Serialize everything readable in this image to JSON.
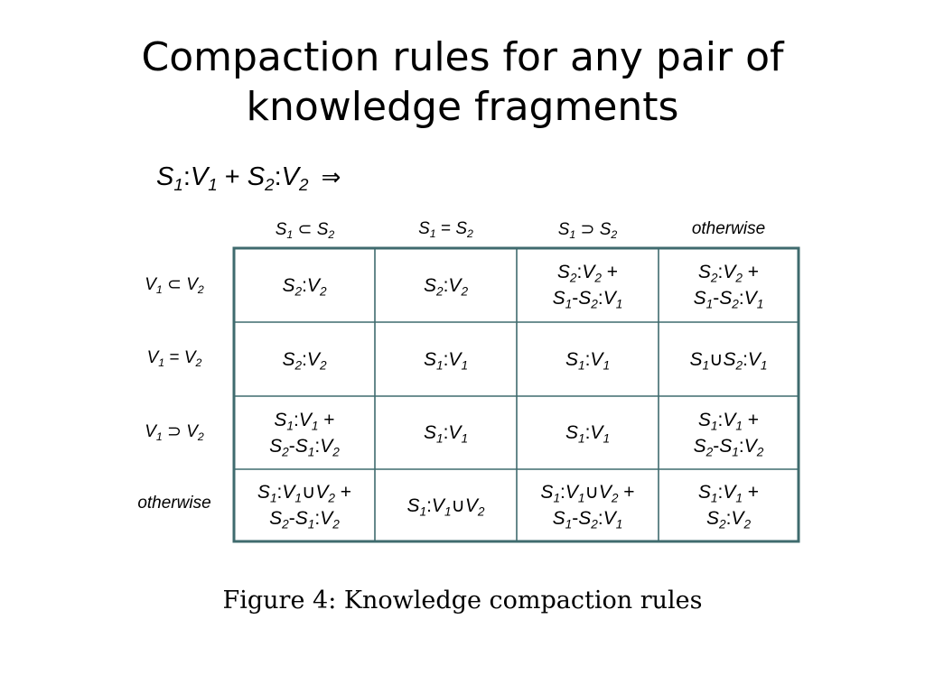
{
  "slide": {
    "title_line1": "Compaction rules for any pair of",
    "title_line2": "knowledge fragments"
  },
  "formula": {
    "lhs": "S1:V1 + S2:V2",
    "arrow": "⇒"
  },
  "table": {
    "column_headers": [
      "S1 ⊂ S2",
      "S1 = S2",
      "S1 ⊃ S2",
      "otherwise"
    ],
    "row_headers": [
      "V1 ⊂ V2",
      "V1 = V2",
      "V1 ⊃ V2",
      "otherwise"
    ],
    "cells": [
      [
        [
          "S2:V2"
        ],
        [
          "S2:V2"
        ],
        [
          "S2:V2 +",
          "S1-S2:V1"
        ],
        [
          "S2:V2 +",
          "S1-S2:V1"
        ]
      ],
      [
        [
          "S2:V2"
        ],
        [
          "S1:V1"
        ],
        [
          "S1:V1"
        ],
        [
          "S1∪S2:V1"
        ]
      ],
      [
        [
          "S1:V1 +",
          "S2-S1:V2"
        ],
        [
          "S1:V1"
        ],
        [
          "S1:V1"
        ],
        [
          "S1:V1 +",
          "S2-S1:V2"
        ]
      ],
      [
        [
          "S1:V1∪V2 +",
          "S2-S1:V2"
        ],
        [
          "S1:V1∪V2"
        ],
        [
          "S1:V1∪V2 +",
          "S1-S2:V1"
        ],
        [
          "S1:V1 +",
          "S2:V2"
        ]
      ]
    ],
    "border_color": "#3f6b6e"
  },
  "caption": "Figure 4:  Knowledge compaction rules"
}
